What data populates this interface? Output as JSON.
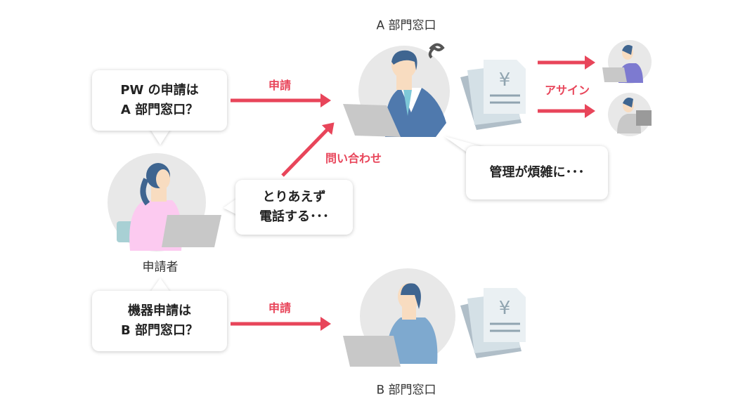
{
  "applicant": {
    "label": "申請者"
  },
  "dept_a": {
    "label": "A 部門窓口"
  },
  "dept_b": {
    "label": "B 部門窓口"
  },
  "bubbles": {
    "pw": [
      "PW の申請は",
      "A 部門窓口？"
    ],
    "device": [
      "機器申請は",
      "B 部門窓口？"
    ],
    "phone": [
      "とりあえず",
      "電話する･･･"
    ],
    "manage": [
      "管理が煩雑に･･･"
    ]
  },
  "arrows": {
    "apply_top": "申請",
    "apply_bottom": "申請",
    "inquiry": "問い合わせ",
    "assign": "アサイン"
  },
  "colors": {
    "accent": "#e8455a",
    "circle": "#e8e8e8",
    "suit": "#4f79ad",
    "hair": "#3f6590"
  }
}
